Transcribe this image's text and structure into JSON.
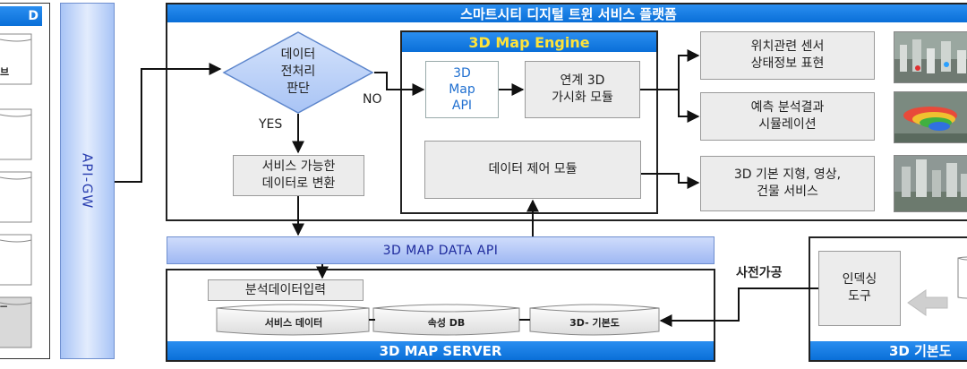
{
  "platform": {
    "title": "스마트시티 디지털 트윈 서비스 플랫폼"
  },
  "left_panel": {
    "title_fragment": "D",
    "item_fragment": "브"
  },
  "api_gw": {
    "label": "API-GW"
  },
  "decision": {
    "label": "데이터\n전처리\n판단",
    "yes": "YES",
    "no": "NO"
  },
  "convert": {
    "label": "서비스 가능한\n데이터로 변환"
  },
  "engine": {
    "title": "3D Map Engine",
    "api": "3D\nMap\nAPI",
    "viz": "연계 3D\n가시화 모듈",
    "control": "데이터 제어 모듈"
  },
  "outputs": [
    {
      "label": "위치관련 센서\n상태정보 표현"
    },
    {
      "label": "예측 분석결과\n시뮬레이션"
    },
    {
      "label": "3D 기본 지형, 영상,\n건물 서비스"
    }
  ],
  "data_api": {
    "label": "3D MAP DATA API"
  },
  "server": {
    "title": "3D MAP SERVER",
    "input": "분석데이터입력",
    "stores": [
      "서비스 데이터",
      "속성 DB",
      "3D- 기본도"
    ]
  },
  "preprocess": {
    "label": "사전가공"
  },
  "indexing": {
    "tool": "인덱싱\n도구",
    "bar_fragment": "3D 기본도"
  },
  "colors": {
    "accent": "#0a74da",
    "frame": "#222222",
    "api": "#2a3fb0"
  }
}
